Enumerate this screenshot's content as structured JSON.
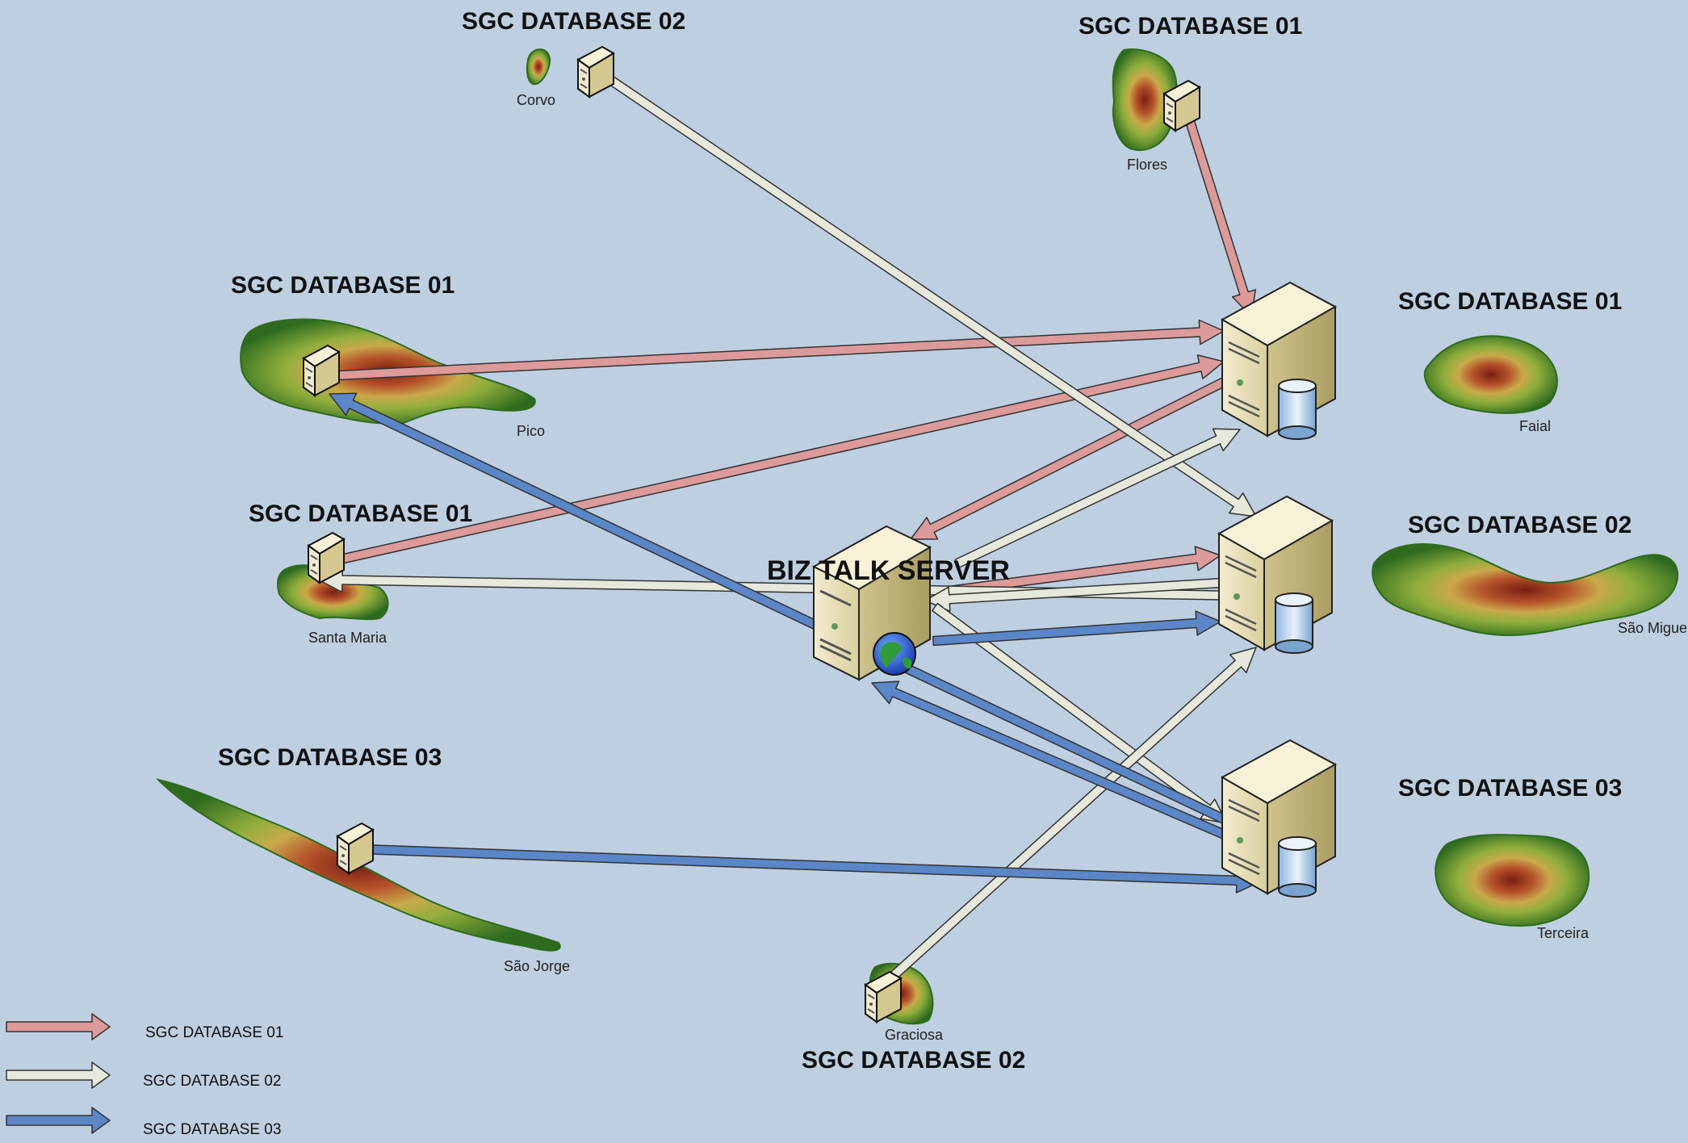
{
  "colors": {
    "background": "#bfcfe2",
    "db01_arrow": "#dd9a9a",
    "db02_arrow": "#e6e8dc",
    "db03_arrow": "#5b87c9",
    "server_body": "#e8dfb8"
  },
  "hub": {
    "title": "BIZ TALK SERVER",
    "icon": "server-with-globe-icon"
  },
  "central_servers": [
    {
      "title": "SGC DATABASE 01",
      "island": "Faial",
      "icon": "database-server-icon"
    },
    {
      "title": "SGC DATABASE 02",
      "island": "São Miguel",
      "icon": "database-server-icon"
    },
    {
      "title": "SGC DATABASE 03",
      "island": "Terceira",
      "icon": "database-server-icon"
    }
  ],
  "remote_sites": [
    {
      "title": "SGC DATABASE 02",
      "island": "Corvo",
      "icon": "workstation-server-icon"
    },
    {
      "title": "SGC DATABASE 01",
      "island": "Flores",
      "icon": "workstation-server-icon"
    },
    {
      "title": "SGC DATABASE 01",
      "island": "Pico",
      "icon": "workstation-server-icon"
    },
    {
      "title": "SGC DATABASE 01",
      "island": "Santa Maria",
      "icon": "workstation-server-icon"
    },
    {
      "title": "SGC DATABASE 03",
      "island": "São Jorge",
      "icon": "workstation-server-icon"
    },
    {
      "title": "SGC DATABASE 02",
      "island": "Graciosa",
      "icon": "workstation-server-icon"
    }
  ],
  "legend": [
    {
      "label": "SGC DATABASE 01",
      "color": "#dd9a9a"
    },
    {
      "label": "SGC DATABASE 02",
      "color": "#e6e8dc"
    },
    {
      "label": "SGC DATABASE 03",
      "color": "#5b87c9"
    }
  ]
}
